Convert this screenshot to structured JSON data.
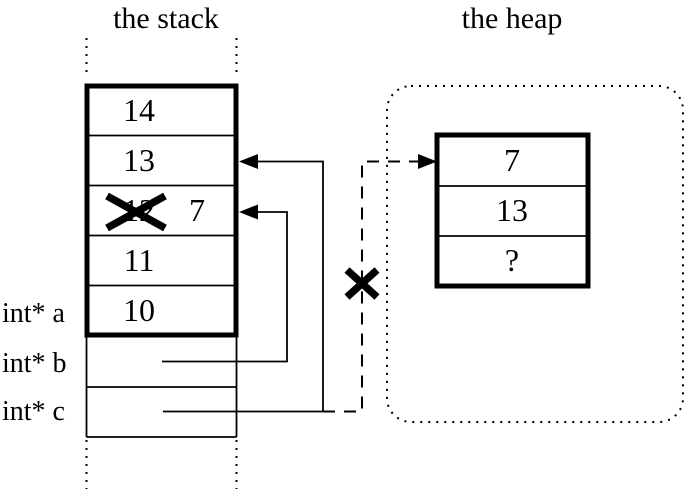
{
  "titles": {
    "stack": "the stack",
    "heap": "the heap"
  },
  "stack": {
    "cells": [
      "14",
      "13",
      "12",
      "11",
      "10"
    ],
    "overwrite": {
      "old": "12",
      "new": "7"
    }
  },
  "variables": {
    "a": "int* a",
    "b": "int* b",
    "c": "int* c"
  },
  "heap": {
    "cells": [
      "7",
      "13",
      "?"
    ]
  },
  "colors": {
    "ink": "#000000",
    "paper": "#ffffff"
  }
}
